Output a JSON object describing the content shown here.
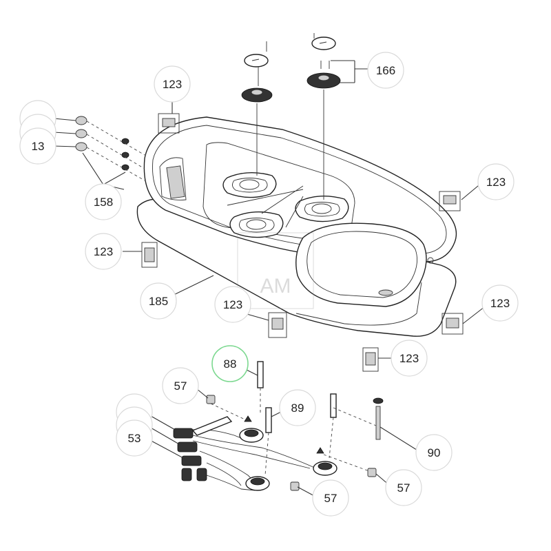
{
  "callouts": {
    "c123_top": "123",
    "c166": "166",
    "c13_a": "13",
    "c13_b": "13",
    "c13_c": "13",
    "c158": "158",
    "c123_right": "123",
    "c123_left": "123",
    "c185": "185",
    "c123_mid": "123",
    "c123_rightlow": "123",
    "c123_bottom": "123",
    "c88": "88",
    "c57_left": "57",
    "c89": "89",
    "c53_a": "53",
    "c53_b": "53",
    "c53_c": "53",
    "c90": "90",
    "c57_mid": "57",
    "c57_right": "57"
  },
  "watermark": "AM",
  "colors": {
    "highlight": "#7bd88f",
    "ink": "#222222",
    "bubble_border": "#d9d9d9"
  }
}
